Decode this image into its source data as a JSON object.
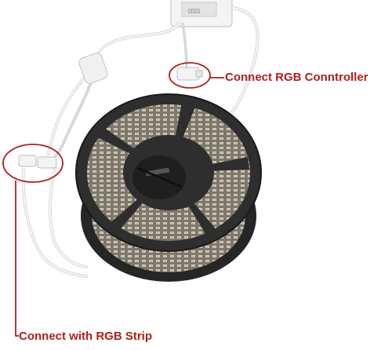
{
  "photo": {
    "subject": "rgb-led-strip-reels-with-splitter-cable",
    "colors": {
      "background": "#ffffff",
      "annotation": "#b0201c",
      "reel": "#2b2b2b",
      "strip": "#8a8478",
      "cable": "#f2f2f2"
    }
  },
  "callouts": {
    "controller": {
      "label": "Connect RGB Conntroller"
    },
    "strip": {
      "label": "Connect with RGB Strip"
    }
  }
}
